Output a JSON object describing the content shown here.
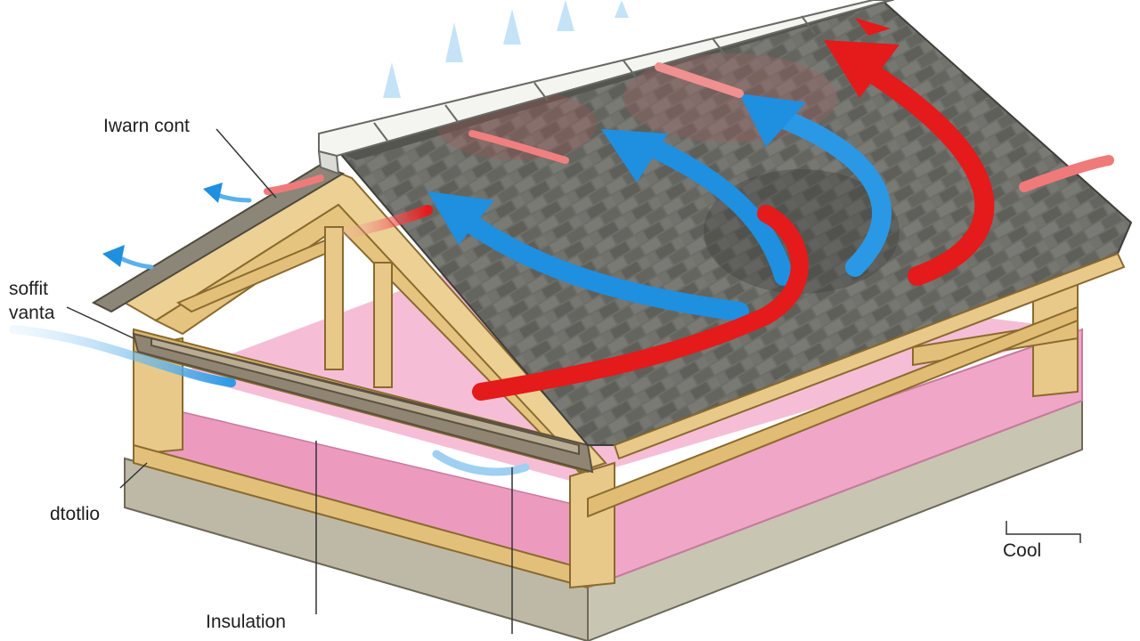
{
  "labels": {
    "warm_air": "Iwarn cont",
    "soffit_vents": "soffit vanta",
    "attic": "dtotlio",
    "cool": "Cool",
    "insulation": "Insulation"
  },
  "colors": {
    "warm_air": "#e61c1c",
    "cool_air": "#1f8fe0",
    "insulation": "#f2a9c9",
    "roof_shingles": "#6b6b68",
    "framing_wood": "#e8c98a",
    "ridge_cap": "#f2f2ee",
    "foundation": "#c9c6b4"
  },
  "icons": [
    "warm-air-arrow",
    "cool-air-arrow",
    "roof-shingles",
    "ridge-vent",
    "rafter",
    "insulation-batt"
  ]
}
